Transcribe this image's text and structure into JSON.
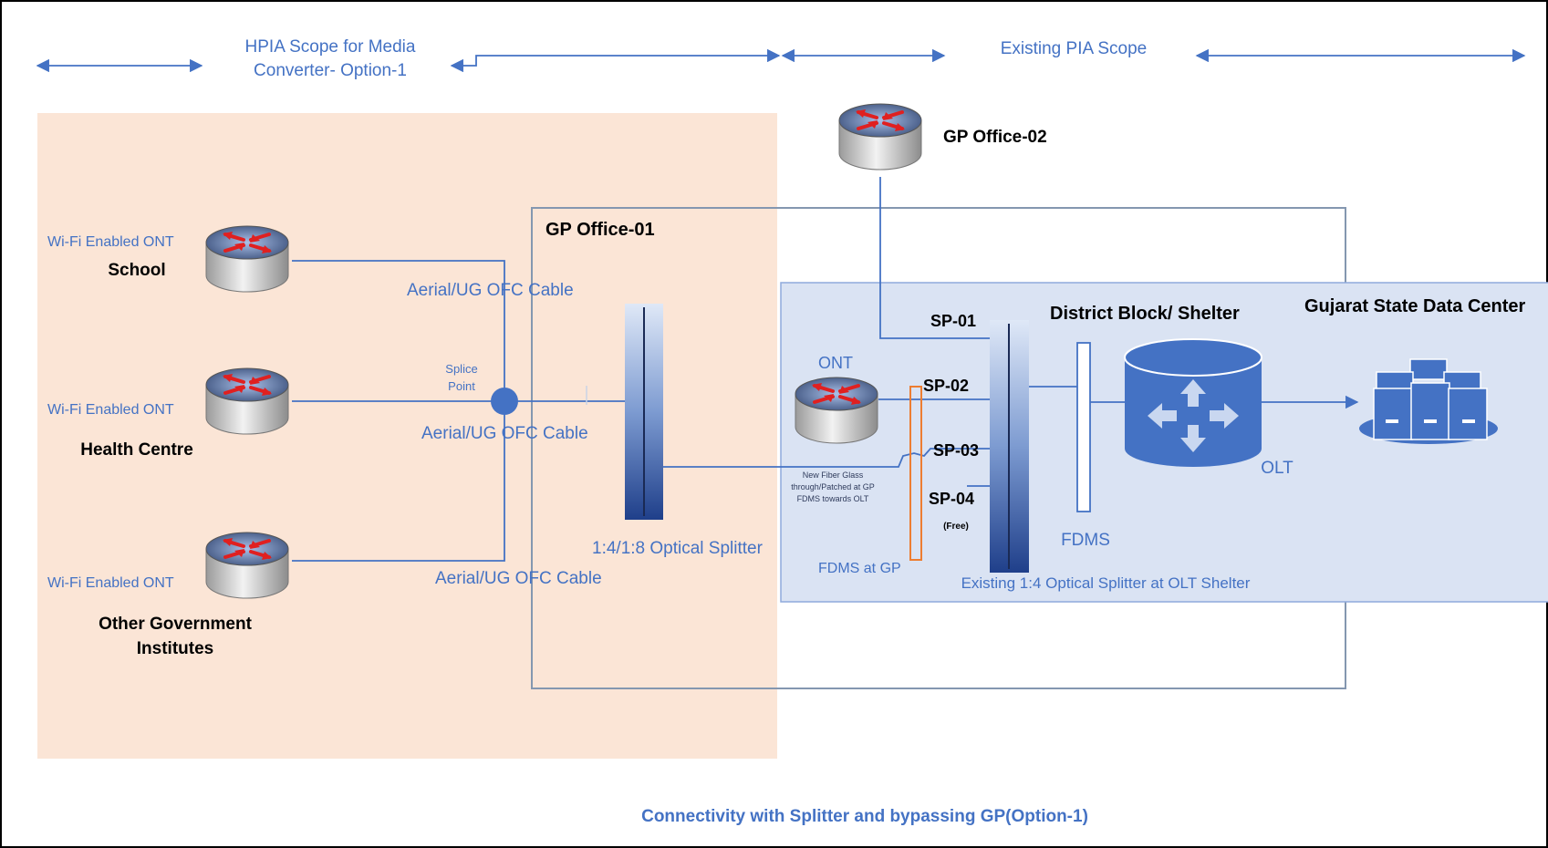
{
  "title": "Connectivity  with Splitter and bypassing GP(Option-1)",
  "scopes": {
    "hpia_line1": "HPIA Scope for Media",
    "hpia_line2": "Converter- Option-1",
    "pia": "Existing PIA Scope"
  },
  "regions": {
    "gp_office_01": "GP Office-01",
    "district_block": "District Block/ Shelter",
    "data_center": "Gujarat State Data Center"
  },
  "ont_label": "Wi-Fi Enabled ONT",
  "sites": {
    "school": "School",
    "health_centre": "Health Centre",
    "other_line1": "Other Government",
    "other_line2": "Institutes",
    "gp_office_02": "GP Office-02"
  },
  "cables": {
    "cable_1": "Aerial/UG OFC Cable",
    "cable_2": "Aerial/UG OFC Cable",
    "cable_3": "Aerial/UG OFC Cable"
  },
  "splice_line1": "Splice",
  "splice_line2": "Point",
  "gp_splitter": "1:4/1:8 Optical Splitter",
  "gp_ont": "ONT",
  "fdms_gp": "FDMS at GP",
  "fiber_note_line1": "New Fiber Glass",
  "fiber_note_line2": "through/Patched at GP",
  "fiber_note_line3": "FDMS towards OLT",
  "ports": {
    "sp01": "SP-01",
    "sp02": "SP-02",
    "sp03": "SP-03",
    "sp04": "SP-04",
    "free": "(Free)"
  },
  "existing_splitter": "Existing 1:4 Optical Splitter at OLT Shelter",
  "fdms": "FDMS",
  "olt": "OLT",
  "colors": {
    "hpia_area": "#fbe5d6",
    "block_area": "#dae3f3",
    "line": "#4472c4",
    "router_arrow": "#e02020",
    "fdms_gp_border": "#ed7d31",
    "olt_fill": "#4472c4"
  }
}
